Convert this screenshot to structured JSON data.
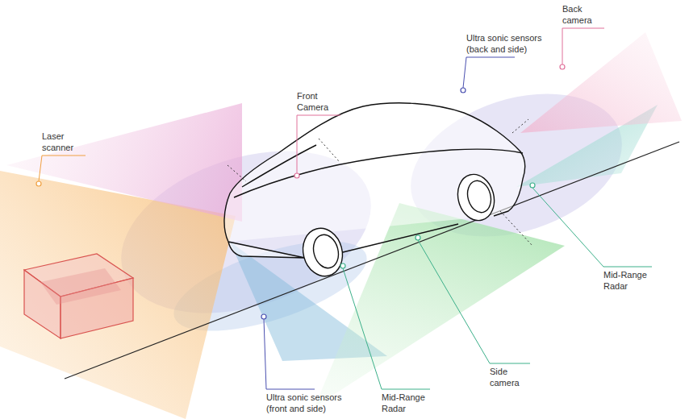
{
  "diagram": {
    "labels": [
      "Laser scanner",
      "Front Camera",
      "Ultra sonic sensors (back and side)",
      "Back camera",
      "Mid-Range Radar",
      "Side camera",
      "Mid-Range Radar",
      "Ultra sonic sensors (front and side)"
    ]
  }
}
